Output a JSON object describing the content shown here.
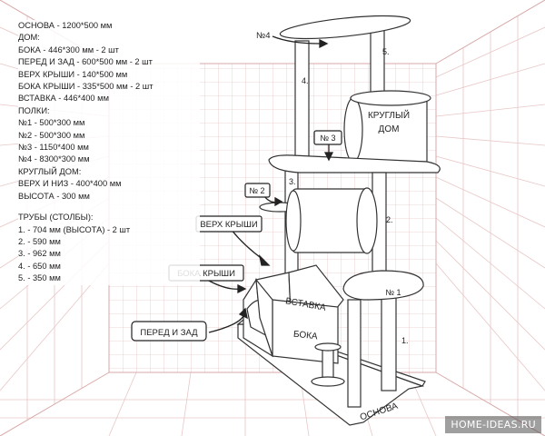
{
  "spec": {
    "base": "ОСНОВА - 1200*500 мм",
    "house_heading": "ДОМ:",
    "house_items": [
      "БОКА - 446*300 мм - 2 шт",
      "ПЕРЕД И ЗАД - 600*500 мм - 2 шт",
      "ВЕРХ КРЫШИ - 140*500 мм",
      "БОКА КРЫШИ - 335*500 мм - 2 шт",
      "ВСТАВКА - 446*400 мм"
    ],
    "shelves_heading": "ПОЛКИ:",
    "shelves_items": [
      "№1 - 500*300 мм",
      "№2 - 500*300 мм",
      "№3 - 1150*400 мм",
      "№4 - 8300*300 мм"
    ],
    "round_house_heading": "КРУГЛЫЙ ДОМ:",
    "round_house_items": [
      "ВЕРХ И НИЗ - 400*400 мм",
      "ВЫСОТА - 300 мм"
    ],
    "pipes_heading": "ТРУБЫ (СТОЛБЫ):",
    "pipes_items": [
      "1. - 704 мм (ВЫСОТА) - 2 шт",
      "2. - 590 мм",
      "3. - 962 мм",
      "4. - 650 мм",
      "5. - 350 мм"
    ]
  },
  "callouts": {
    "roof_top": "ВЕРХ КРЫШИ",
    "roof_sides": "БОКА КРЫШИ",
    "front_back": "ПЕРЕД И ЗАД",
    "shelf2": "№ 2",
    "shelf3": "№ 3",
    "shelf4": "№4"
  },
  "labels": {
    "round_house_1": "КРУГЛЫЙ",
    "round_house_2": "ДОМ",
    "insert": "ВСТАВКА",
    "side": "БОКА",
    "base": "ОСНОВА",
    "shelf1": "№ 1",
    "pipe1": "1.",
    "pipe2": "2.",
    "pipe3": "3.",
    "pipe4": "4.",
    "pipe5": "5."
  },
  "watermark": "HOME-IDEAS.RU"
}
